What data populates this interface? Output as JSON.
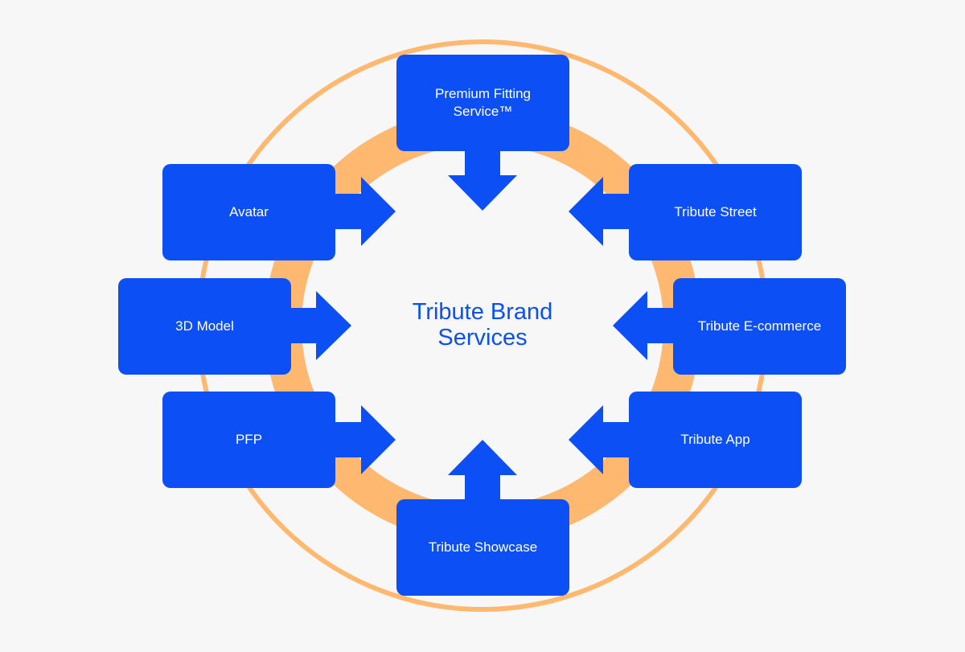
{
  "colors": {
    "background": "#f7f7f8",
    "node": "#0b4ff5",
    "ring": "#ffb870",
    "center_text": "#0b4ff5"
  },
  "center": {
    "label": "Tribute Brand\nServices"
  },
  "services": [
    {
      "id": "premium-fitting-service",
      "label": "Premium Fitting\nService™",
      "arrow": "down"
    },
    {
      "id": "tribute-street",
      "label": "Tribute Street",
      "arrow": "left"
    },
    {
      "id": "tribute-e-commerce",
      "label": "Tribute E-commerce",
      "arrow": "left"
    },
    {
      "id": "tribute-app",
      "label": "Tribute App",
      "arrow": "left"
    },
    {
      "id": "tribute-showcase",
      "label": "Tribute Showcase",
      "arrow": "up"
    },
    {
      "id": "pfp",
      "label": "PFP",
      "arrow": "right"
    },
    {
      "id": "3d-model",
      "label": "3D Model",
      "arrow": "right"
    },
    {
      "id": "avatar",
      "label": "Avatar",
      "arrow": "right"
    }
  ]
}
